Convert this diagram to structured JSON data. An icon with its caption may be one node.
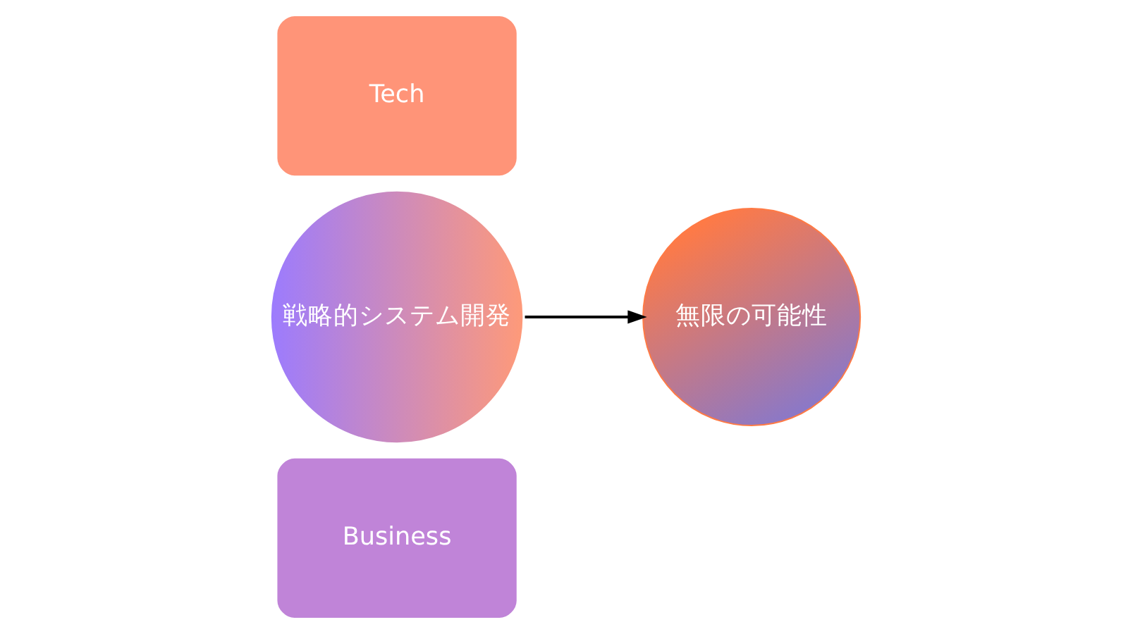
{
  "diagram": {
    "nodes": [
      {
        "text": [
          "Business"
        ]
      },
      {
        "text": [
          "戦略的システム開発"
        ]
      },
      {
        "text": [
          "Tech"
        ]
      },
      {
        "text": [
          "無限の可能性"
        ]
      }
    ],
    "edges": [
      {
        "from": 1,
        "to": 3,
        "arrow": "to"
      }
    ]
  }
}
